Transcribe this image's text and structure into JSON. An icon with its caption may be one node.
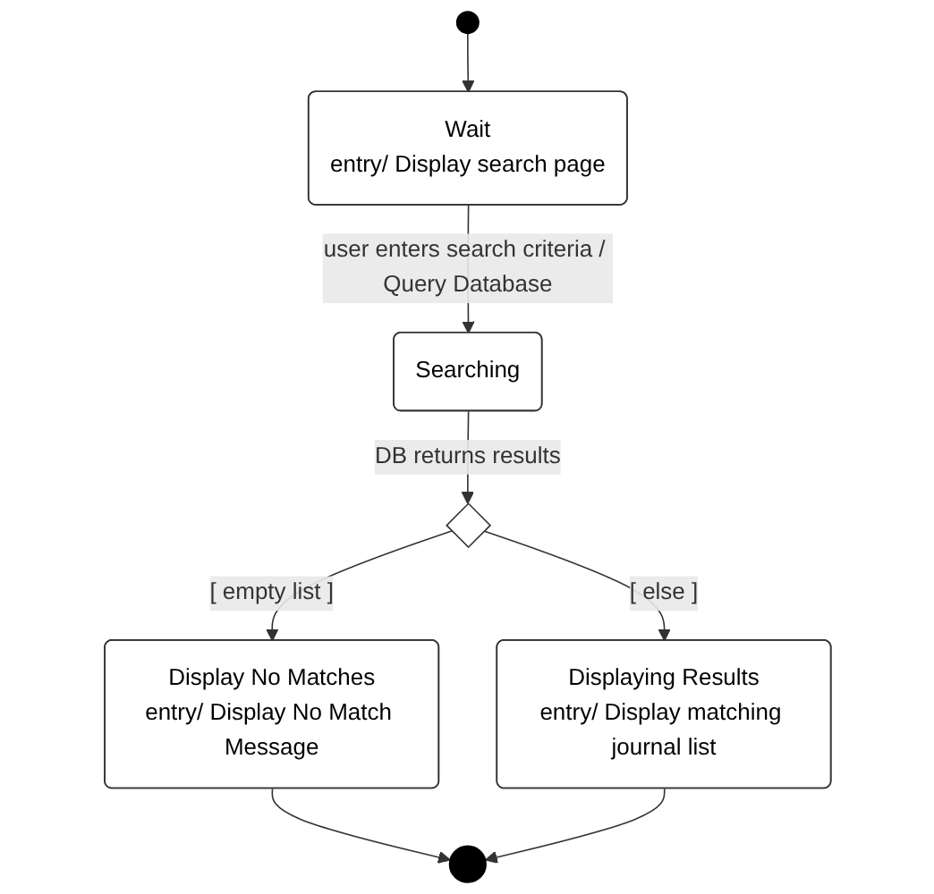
{
  "diagram": {
    "nodes": [
      {
        "text": [],
        "shape": "circle"
      },
      {
        "text": [
          "Wait",
          "entry/ Display search page"
        ]
      },
      {
        "text": [
          "Searching"
        ]
      },
      {
        "text": [],
        "shape": "diamond"
      },
      {
        "text": [
          "Display No Matches",
          "entry/ Display No Match Message"
        ]
      },
      {
        "text": [
          "Displaying Results",
          "entry/ Display matching journal list"
        ]
      },
      {
        "text": [],
        "shape": "circle"
      }
    ],
    "edges": [
      {
        "from": 0,
        "to": 1,
        "arrow": "to"
      },
      {
        "from": 1,
        "to": 2,
        "arrow": "to",
        "label": "user enters search criteria / Query Database"
      },
      {
        "from": 2,
        "to": 3,
        "arrow": "to",
        "label": "DB returns results"
      },
      {
        "from": 3,
        "to": 4,
        "arrow": "to",
        "label": "[ empty list ]"
      },
      {
        "from": 3,
        "to": 5,
        "arrow": "to",
        "label": "[ else ]"
      },
      {
        "from": 4,
        "to": 6,
        "arrow": "to"
      },
      {
        "from": 5,
        "to": 6,
        "arrow": "to"
      }
    ]
  }
}
